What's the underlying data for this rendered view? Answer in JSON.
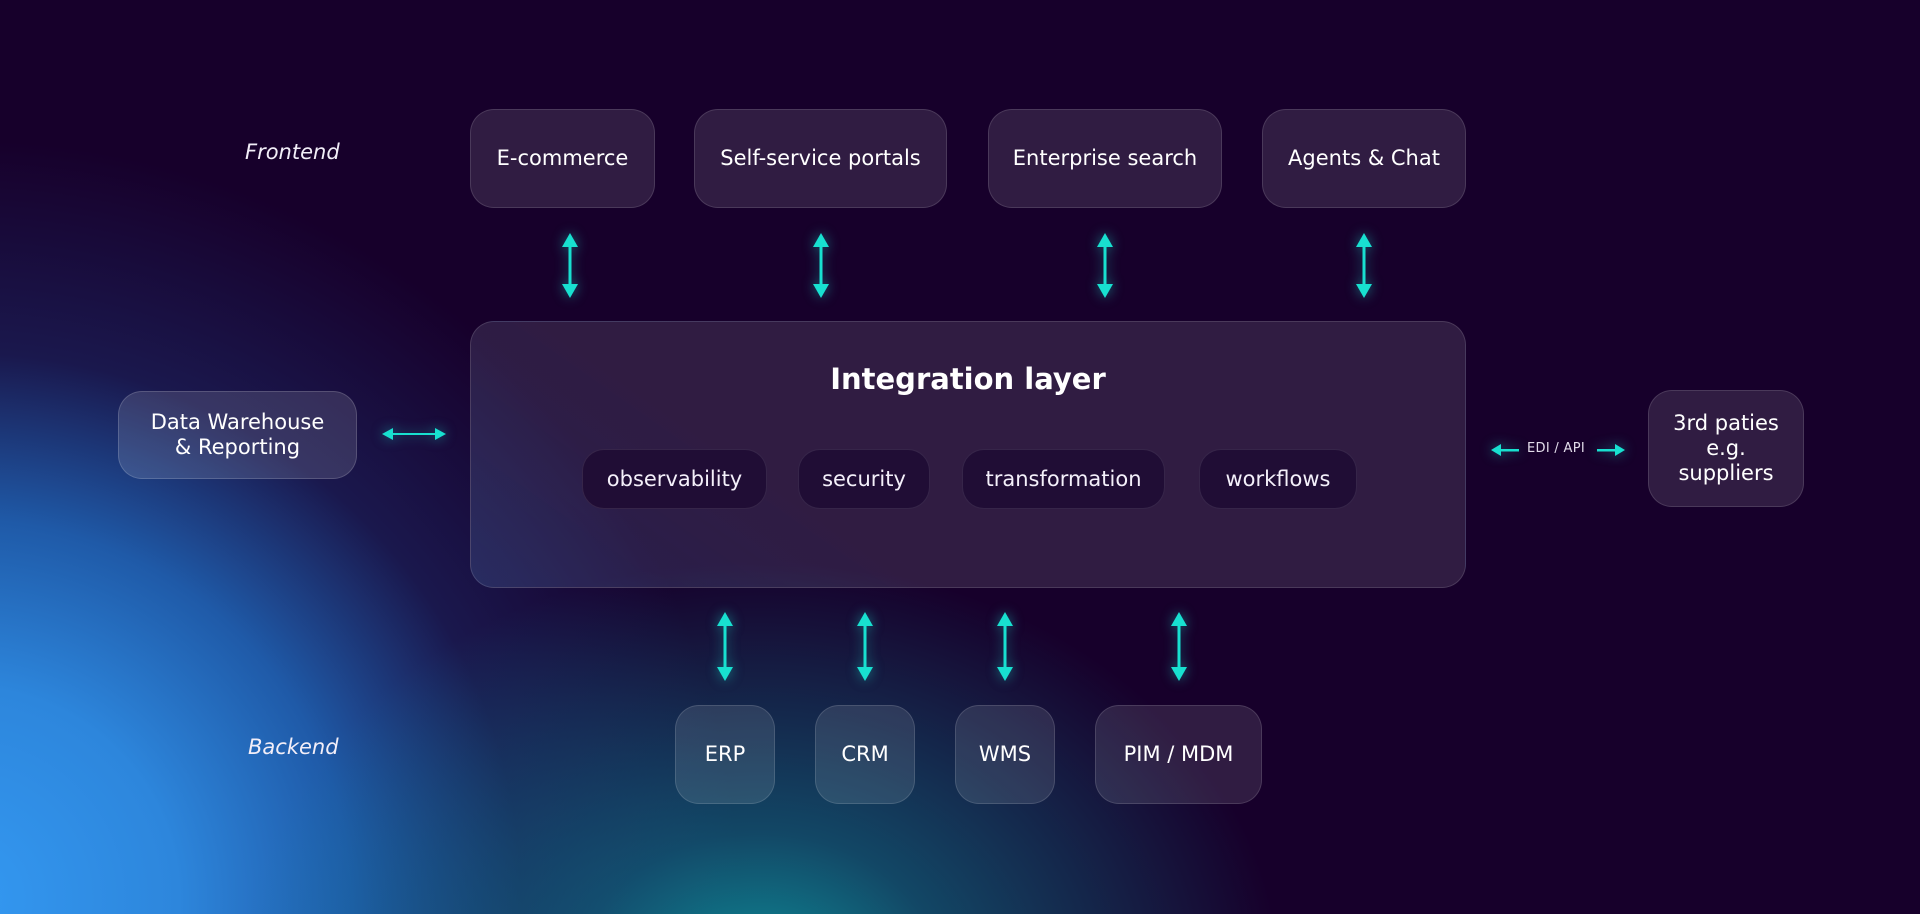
{
  "colors": {
    "background": "#17002b",
    "accent_arrow": "#18e0d0",
    "box_fill": "rgba(255,255,255,0.11)",
    "pill_fill": "#200d35",
    "glow_blue": "#3499f2",
    "glow_teal": "#0e8a99"
  },
  "labels": {
    "frontend": "Frontend",
    "backend": "Backend"
  },
  "frontend": [
    {
      "label": "E-commerce"
    },
    {
      "label": "Self-service portals"
    },
    {
      "label": "Enterprise search"
    },
    {
      "label": "Agents & Chat"
    }
  ],
  "integration": {
    "title": "Integration layer",
    "capabilities": [
      {
        "label": "observability"
      },
      {
        "label": "security"
      },
      {
        "label": "transformation"
      },
      {
        "label": "workflows"
      }
    ]
  },
  "left_system": {
    "line1": "Data Warehouse",
    "line2": "& Reporting"
  },
  "right_system": {
    "line1": "3rd paties",
    "line2": "e.g.",
    "line3": "suppliers"
  },
  "right_connection": {
    "label": "EDI / API"
  },
  "backend": [
    {
      "label": "ERP"
    },
    {
      "label": "CRM"
    },
    {
      "label": "WMS"
    },
    {
      "label": "PIM / MDM"
    }
  ]
}
